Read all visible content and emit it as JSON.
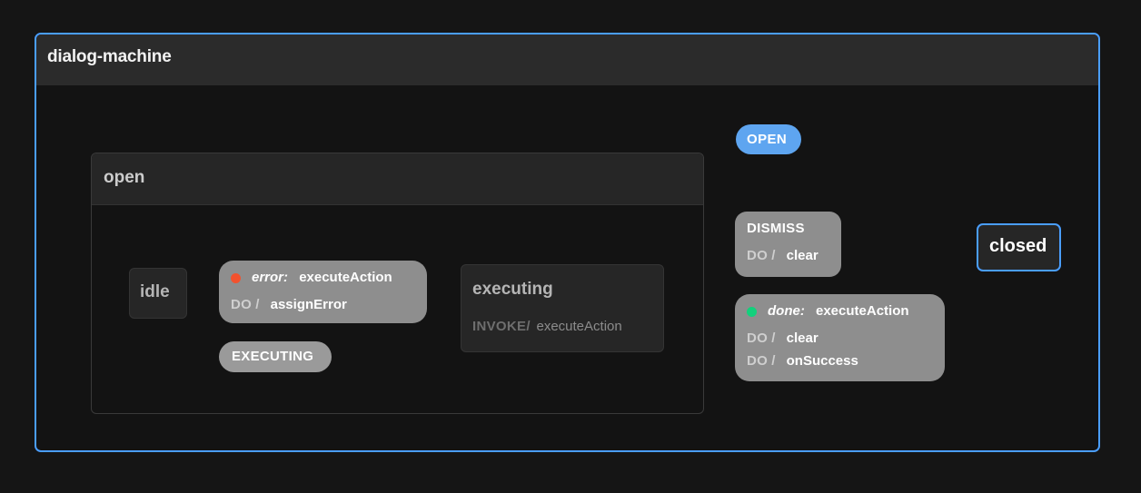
{
  "machine": {
    "title": "dialog-machine",
    "frame_color": "#4a9eff"
  },
  "states": {
    "open": {
      "label": "open",
      "type": "compound"
    },
    "idle": {
      "label": "idle",
      "type": "atomic"
    },
    "executing": {
      "label": "executing",
      "invoke_key": "INVOKE",
      "invoke_slash": "/",
      "invoke_value": "executeAction"
    },
    "closed": {
      "label": "closed",
      "type": "atomic",
      "highlight_color": "#4a9eff"
    }
  },
  "transitions": {
    "open_event": {
      "event": "OPEN",
      "color": "#5ea5f0"
    },
    "executing_event": {
      "event": "EXECUTING"
    },
    "dismiss": {
      "event": "DISMISS",
      "actions": [
        {
          "key": "DO",
          "slash": "/",
          "value": "clear"
        }
      ]
    },
    "error": {
      "dot_color": "#f2522e",
      "event": "error:",
      "target": "executeAction",
      "actions": [
        {
          "key": "DO",
          "slash": "/",
          "value": "assignError"
        }
      ]
    },
    "done": {
      "dot_color": "#12d17c",
      "event": "done:",
      "target": "executeAction",
      "actions": [
        {
          "key": "DO",
          "slash": "/",
          "value": "clear"
        },
        {
          "key": "DO",
          "slash": "/",
          "value": "onSuccess"
        }
      ]
    }
  }
}
